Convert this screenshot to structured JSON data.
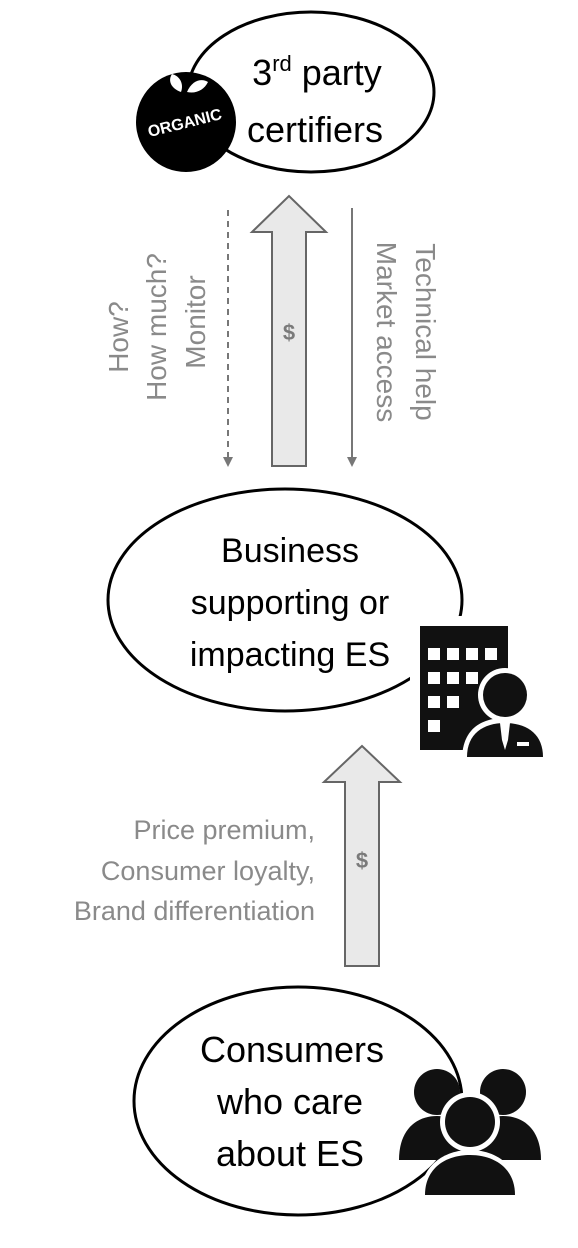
{
  "nodes": {
    "certifiers": {
      "line1_main": "3",
      "line1_sup": "rd",
      "line1_rest": " party",
      "line2": "certifiers"
    },
    "business": {
      "line1": "Business",
      "line2": "supporting or",
      "line3": "impacting ES"
    },
    "consumers": {
      "line1": "Consumers",
      "line2": "who care",
      "line3": "about ES"
    }
  },
  "badge": {
    "text": "ORGANIC"
  },
  "flows": {
    "questions": {
      "line1": "How?",
      "line2": "How much?",
      "line3": "Monitor"
    },
    "services": {
      "line1": "Technical help",
      "line2": "Market access"
    },
    "money_symbol": "$",
    "benefits": {
      "line1": "Price premium,",
      "line2": "Consumer loyalty,",
      "line3": "Brand differentiation"
    }
  },
  "colors": {
    "arrow_fill": "#e9e9e9",
    "arrow_stroke": "#666666",
    "muted_text": "#8a8a8a",
    "icon": "#111111"
  }
}
